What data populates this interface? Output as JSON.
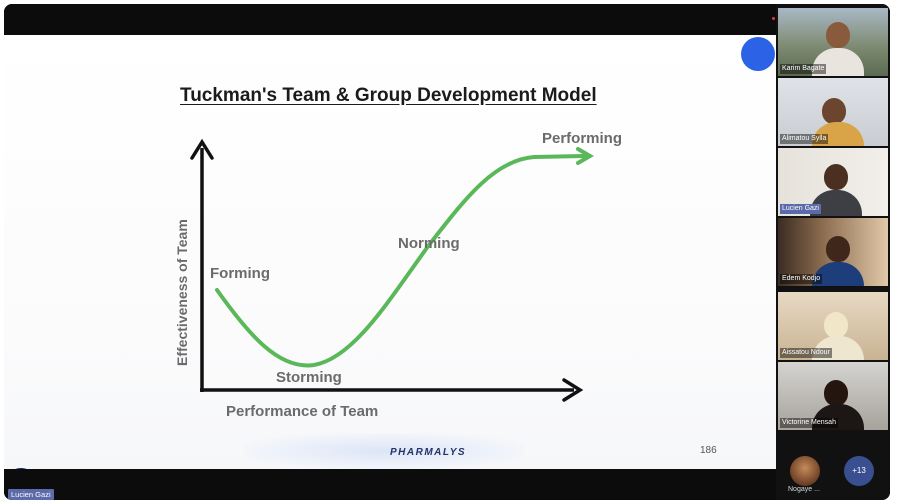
{
  "slide": {
    "title": "Tuckman's Team & Group Development Model",
    "y_axis_label": "Effectiveness of Team",
    "x_axis_label": "Performance of Team",
    "stages": [
      "Forming",
      "Storming",
      "Norming",
      "Performing"
    ],
    "brand": "PHARMALYS",
    "page_number": "186"
  },
  "presenter": {
    "name": "Lucien Gazi"
  },
  "participants": [
    {
      "name": "Karim Bagate"
    },
    {
      "name": "Alimatou Sylla"
    },
    {
      "name": "Lucien Gazi"
    },
    {
      "name": "Edem Kodjo"
    },
    {
      "name": "Aissatou Ndour"
    },
    {
      "name": "Victorine Mensah"
    }
  ],
  "bottom_participants": {
    "avatar_name": "Nogaye ...",
    "more_count": "+13"
  },
  "colors": {
    "curve": "#5bb85a",
    "axis": "#111111",
    "stage_label": "#6b6b6b",
    "accent_blue": "#2c63e6",
    "name_tag": "#5b6aa8"
  }
}
